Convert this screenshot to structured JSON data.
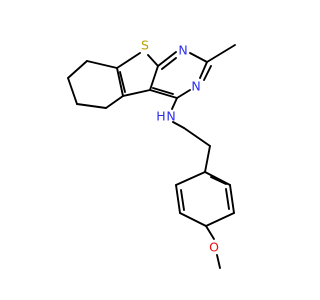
{
  "molecule": {
    "atoms": {
      "S": {
        "symbol": "S",
        "color": "#b8a000"
      },
      "N_upper": {
        "symbol": "N",
        "color": "#2d2df0"
      },
      "N_lower": {
        "symbol": "N",
        "color": "#2d2df0"
      },
      "NH": {
        "symbol": "N",
        "hydrogen": "H",
        "color": "#2d2df0"
      },
      "O": {
        "symbol": "O",
        "color": "#e8120f"
      }
    },
    "bond_color": "#000000"
  }
}
